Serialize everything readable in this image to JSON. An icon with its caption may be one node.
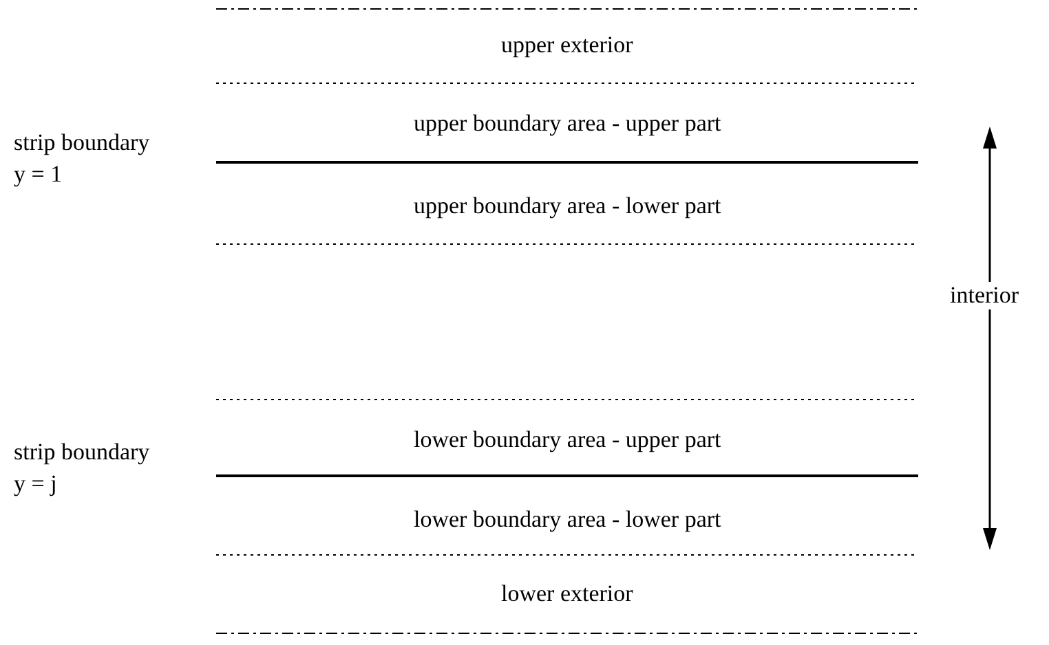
{
  "diagram": {
    "labels": [
      "upper exterior",
      "strip boundary",
      "upper boundary area - upper part",
      "y = 1",
      "upper boundary area - lower part",
      "interior",
      "strip boundary",
      "lower boundary area - upper part",
      "y = j",
      "lower boundary area - lower part",
      "lower exterior"
    ]
  }
}
